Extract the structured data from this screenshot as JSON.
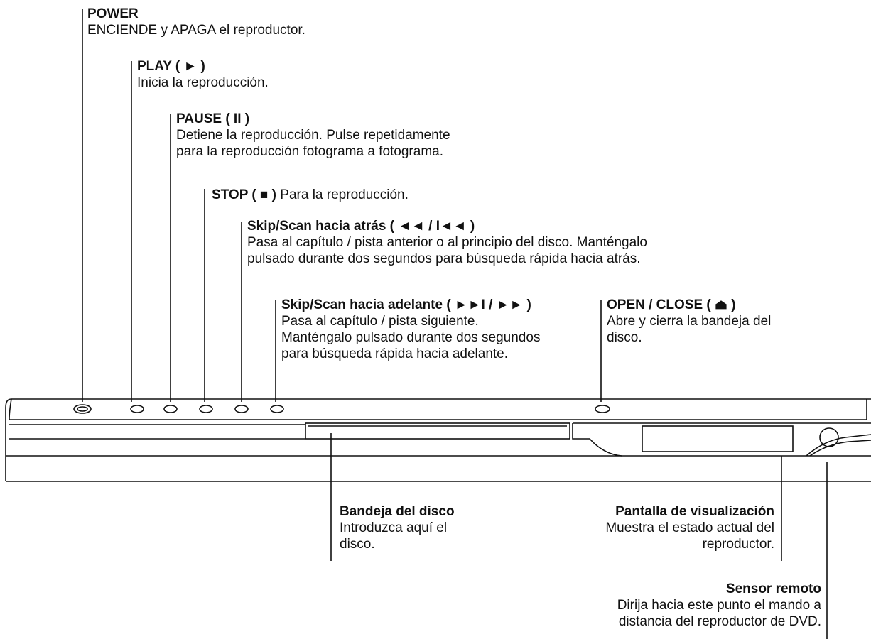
{
  "labels": {
    "power": {
      "title": "POWER",
      "desc": "ENCIENDE y APAGA el reproductor."
    },
    "play": {
      "title": "PLAY ( ► )",
      "desc": "Inicia la reproducción."
    },
    "pause": {
      "title": "PAUSE ( II )",
      "desc": "Detiene la reproducción. Pulse repetidamente\npara la reproducción fotograma a fotograma."
    },
    "stop": {
      "title": "STOP ( ■ )",
      "desc": "Para la reproducción."
    },
    "skip_back": {
      "title": "Skip/Scan hacia atrás ( ◄◄ / I◄◄ )",
      "desc": "Pasa al capítulo / pista anterior o al principio del disco. Manténgalo\npulsado durante dos segundos para búsqueda rápida hacia atrás."
    },
    "skip_forward": {
      "title": "Skip/Scan hacia adelante ( ►►I / ►► )",
      "desc": "Pasa al capítulo / pista siguiente.\nManténgalo pulsado durante dos segundos\npara búsqueda rápida hacia adelante."
    },
    "open_close": {
      "title": "OPEN / CLOSE ( ⏏ )",
      "desc": "Abre y cierra la bandeja del\ndisco."
    },
    "disc_tray": {
      "title": "Bandeja del disco",
      "desc": "Introduzca aquí el\ndisco."
    },
    "display": {
      "title": "Pantalla de visualización",
      "desc": "Muestra el estado actual del\nreproductor."
    },
    "remote_sensor": {
      "title": "Sensor remoto",
      "desc": "Dirija hacia este punto el mando a\ndistancia del reproductor de DVD."
    }
  }
}
